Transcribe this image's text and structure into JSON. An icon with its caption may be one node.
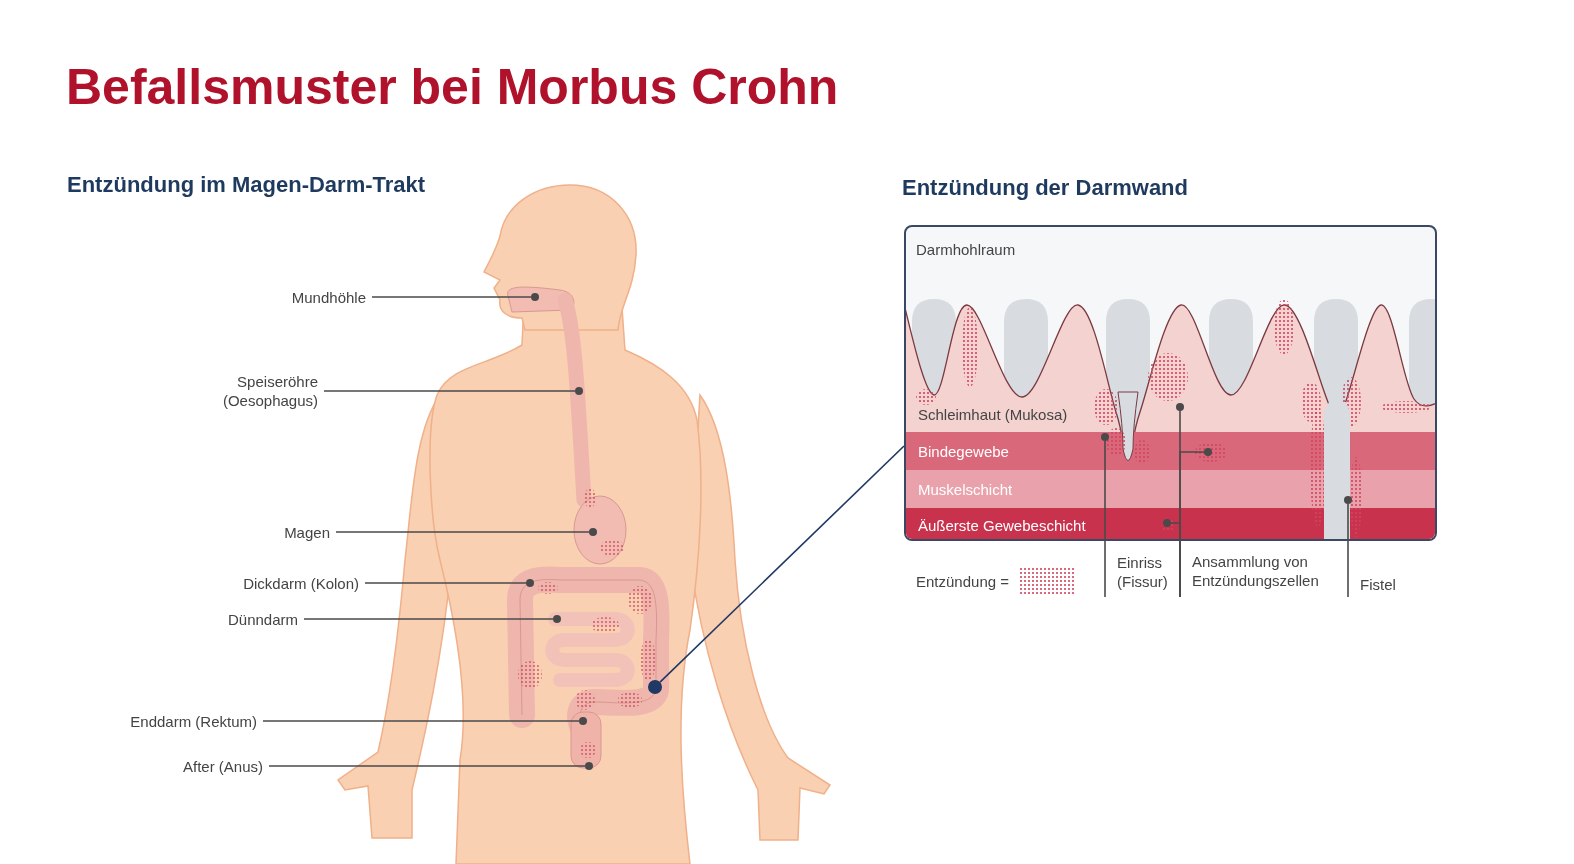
{
  "diagram": {
    "title": "Befallsmuster bei Morbus Crohn",
    "nodes": [
      {
        "text": [
          "Mundhöhle"
        ]
      },
      {
        "text": [
          "Speiseröhre (Oesophagus)"
        ]
      },
      {
        "text": [
          "Magen"
        ]
      },
      {
        "text": [
          "Dickdarm (Kolon)"
        ]
      },
      {
        "text": [
          "Dünndarm"
        ]
      },
      {
        "text": [
          "Enddarm (Rektum)"
        ]
      },
      {
        "text": [
          "After (Anus)"
        ]
      },
      {
        "text": [
          "Entzündung der Darmwand",
          "Darmhohlraum"
        ]
      },
      {
        "text": [
          "Schleimhaut (Mukosa)"
        ],
        "in": 7
      },
      {
        "text": [
          "Bindegewebe"
        ],
        "in": 7
      },
      {
        "text": [
          "Muskelschicht"
        ],
        "in": 7
      },
      {
        "text": [
          "Äußerste Gewebeschicht"
        ],
        "in": 7
      },
      {
        "text": [],
        "shape": "circle"
      },
      {
        "text": [
          "Einriss (Fissur)"
        ]
      },
      {
        "text": [
          "Ansammlung von Entzündungszellen"
        ]
      },
      {
        "text": [
          "Fistel"
        ]
      },
      {
        "text": [],
        "shape": "circle"
      },
      {
        "text": [],
        "shape": "circle"
      },
      {
        "text": [],
        "shape": "circle"
      },
      {
        "text": [],
        "shape": "circle"
      },
      {
        "text": [],
        "shape": "circle"
      },
      {
        "text": [],
        "shape": "circle"
      },
      {
        "text": [],
        "shape": "circle"
      },
      {
        "text": [],
        "shape": "circle",
        "in": 9
      },
      {
        "text": [],
        "shape": "circle",
        "in": 7
      },
      {
        "text": [],
        "shape": "circle",
        "in": 9
      },
      {
        "text": [],
        "shape": "circle",
        "in": 11
      },
      {
        "text": [],
        "shape": "circle",
        "in": 10
      }
    ],
    "edges": [
      {
        "from": 0,
        "to": 16,
        "arrow": "none"
      },
      {
        "from": 1,
        "to": 17,
        "arrow": "none"
      },
      {
        "from": 2,
        "to": 18,
        "arrow": "none"
      },
      {
        "from": 3,
        "to": 19,
        "arrow": "none"
      },
      {
        "from": 4,
        "to": 20,
        "arrow": "none"
      },
      {
        "from": 5,
        "to": 21,
        "arrow": "none"
      },
      {
        "from": 6,
        "to": 22,
        "arrow": "none"
      },
      {
        "from": 12,
        "to": 7,
        "arrow": "none",
        "color": "#1f3864"
      },
      {
        "from": 13,
        "to": 23,
        "arrow": "none"
      },
      {
        "from": 14,
        "to": 24,
        "arrow": "none"
      },
      {
        "from": 14,
        "to": 25,
        "arrow": "none"
      },
      {
        "from": 14,
        "to": 26,
        "arrow": "none"
      },
      {
        "from": 15,
        "to": 27,
        "arrow": "none"
      }
    ],
    "labels": [
      "Entzündung im Magen-Darm-Trakt"
    ],
    "legend": [
      {
        "text": "Entzündung ="
      }
    ]
  }
}
